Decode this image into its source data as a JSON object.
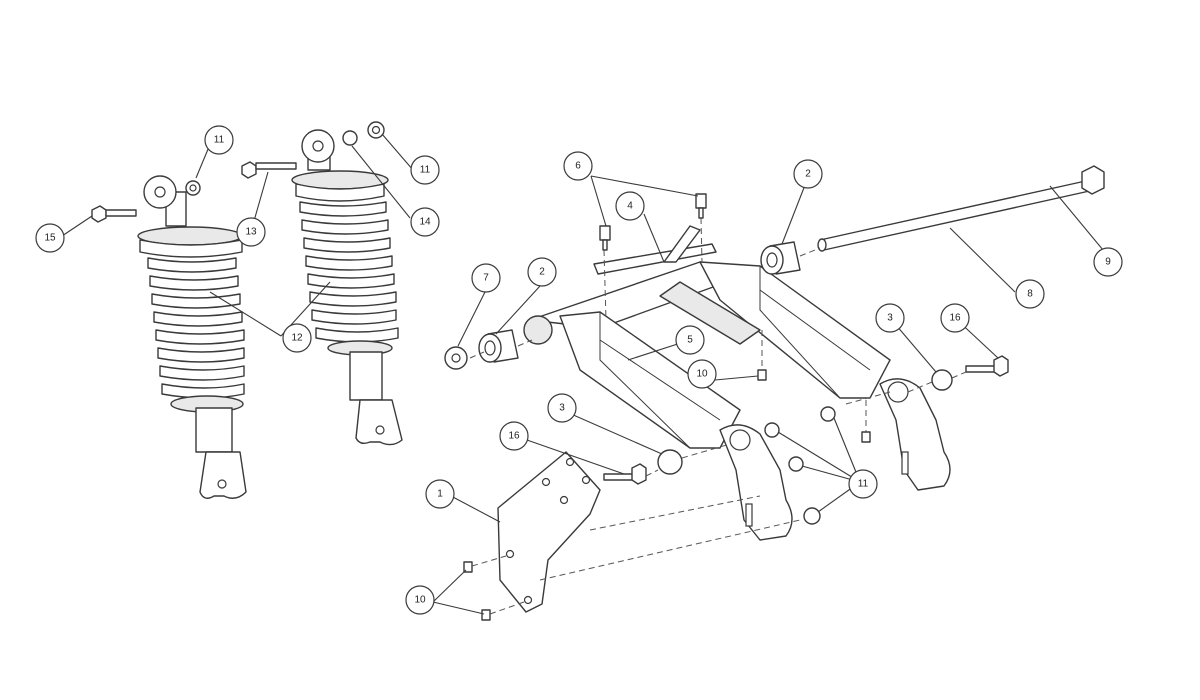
{
  "callouts": {
    "c1": "1",
    "c2a": "2",
    "c2b": "2",
    "c3a": "3",
    "c3b": "3",
    "c4": "4",
    "c5": "5",
    "c6": "6",
    "c7": "7",
    "c8": "8",
    "c9": "9",
    "c10a": "10",
    "c10b": "10",
    "c11a": "11",
    "c11b": "11",
    "c11c": "11",
    "c12": "12",
    "c13": "13",
    "c14": "14",
    "c15": "15",
    "c16a": "16",
    "c16b": "16"
  }
}
